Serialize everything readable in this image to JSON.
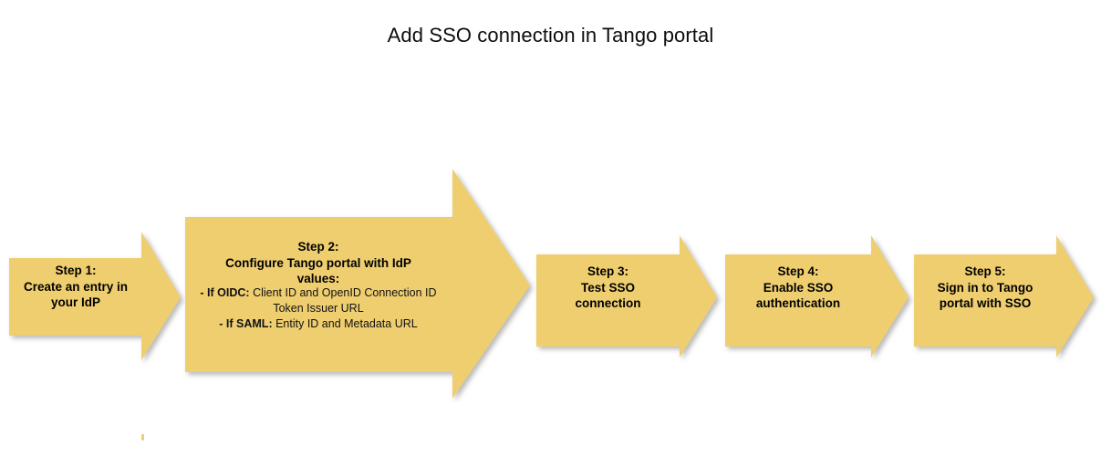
{
  "title": "Add SSO connection in Tango portal",
  "theme": {
    "arrow_fill": "#EFCE70",
    "arrow_fill_alt": "#EDCC6F",
    "arrow_shadow": "#9a9a9a",
    "text_color": "#000000",
    "background": "#ffffff"
  },
  "steps": [
    {
      "id": "step-1",
      "heading": "Step 1:",
      "lines": [
        "Step 1:",
        "Create an entry in",
        "your IdP"
      ],
      "sublines": []
    },
    {
      "id": "step-2",
      "heading": "Step 2:",
      "lines": [
        "Step 2:",
        "Configure Tango portal with IdP",
        "values:"
      ],
      "sublines": [
        {
          "lead": "- If OIDC:",
          "rest": " Client ID and OpenID Connection ID"
        },
        {
          "lead": "",
          "rest": "Token Issuer URL"
        },
        {
          "lead": "- If SAML:",
          "rest": " Entity ID and Metadata URL"
        }
      ]
    },
    {
      "id": "step-3",
      "heading": "Step 3:",
      "lines": [
        "Step 3:",
        "Test SSO",
        "connection"
      ],
      "sublines": []
    },
    {
      "id": "step-4",
      "heading": "Step 4:",
      "lines": [
        "Step 4:",
        "Enable SSO",
        "authentication"
      ],
      "sublines": []
    },
    {
      "id": "step-5",
      "heading": "Step 5:",
      "lines": [
        "Step 5:",
        "Sign in to Tango",
        "portal with SSO"
      ],
      "sublines": []
    }
  ],
  "step_text": {
    "s1": "Step 1:\nCreate an entry in\nyour IdP",
    "s2": "Step 2:\nConfigure Tango portal with IdP\nvalues:",
    "s3": "Step 3:\nTest SSO\nconnection",
    "s4": "Step 4:\nEnable SSO\nauthentication",
    "s5": "Step 5:\nSign in to Tango\nportal with SSO"
  },
  "step2_sub": {
    "l1_lead": "- If OIDC:",
    "l1_rest": " Client ID and OpenID Connection ID",
    "l2_rest": "Token Issuer URL",
    "l3_lead": "- If SAML:",
    "l3_rest": " Entity ID and Metadata URL"
  }
}
